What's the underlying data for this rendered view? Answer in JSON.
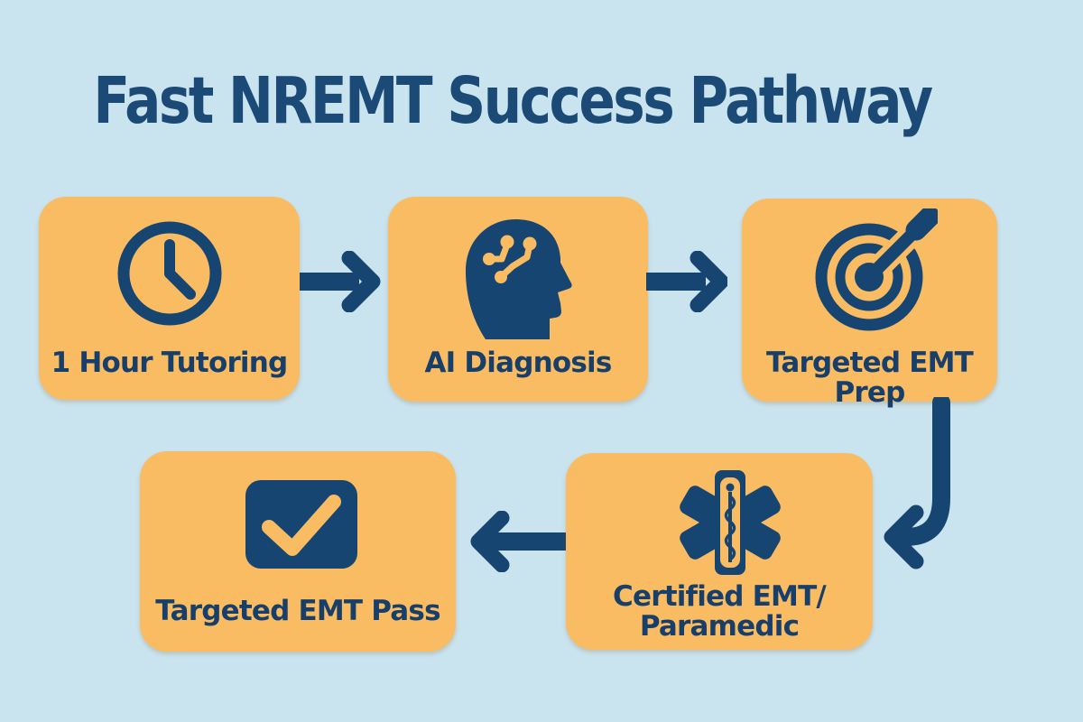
{
  "title": "Fast NREMT Success Pathway",
  "colors": {
    "background": "#c9e3ef",
    "card_fill": "#fabc62",
    "ink_navy": "#174571",
    "title_ink": "#1b4a76"
  },
  "steps": [
    {
      "name": "1-hour-tutoring",
      "icon": "clock-icon",
      "lines": [
        "1 Hour Tutoring"
      ]
    },
    {
      "name": "ai-diagnosis",
      "icon": "ai-head-icon",
      "lines": [
        "AI Diagnosis"
      ]
    },
    {
      "name": "targeted-emt-prep",
      "icon": "target-icon",
      "lines": [
        "Targeted EMT",
        "Prep"
      ]
    },
    {
      "name": "targeted-emt-pass",
      "icon": "checkbox-icon",
      "lines": [
        "Targeted EMT Pass"
      ]
    },
    {
      "name": "certified-emt-paramedic",
      "icon": "star-of-life-icon",
      "lines": [
        "Certified EMT/",
        "Paramedic"
      ]
    }
  ],
  "connections": [
    {
      "from": "1 Hour Tutoring",
      "to": "AI Diagnosis",
      "style": "straight-right"
    },
    {
      "from": "AI Diagnosis",
      "to": "Targeted EMT Prep",
      "style": "straight-right"
    },
    {
      "from": "Targeted EMT Prep",
      "to": "Certified EMT/Paramedic",
      "style": "curved-down-left"
    },
    {
      "from": "Certified EMT/Paramedic",
      "to": "Targeted EMT Pass",
      "style": "straight-left"
    }
  ]
}
